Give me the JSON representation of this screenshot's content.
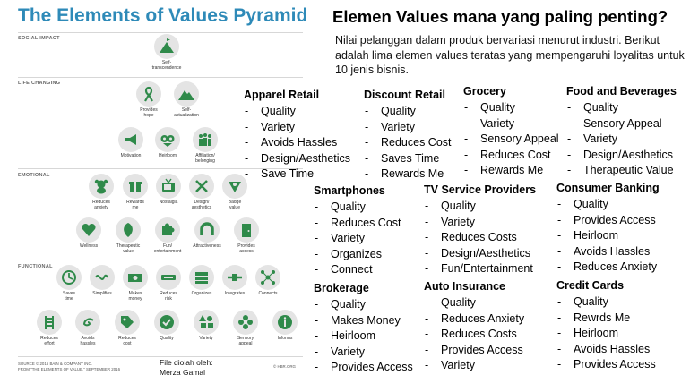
{
  "pyramid": {
    "title": "The Elements of Values Pyramid",
    "sections": {
      "social": "SOCIAL IMPACT",
      "life": "LIFE CHANGING",
      "emotional": "EMOTIONAL",
      "functional": "FUNCTIONAL"
    },
    "social_impact": [
      {
        "label": "Self-\ntranscendence",
        "icon": "mountain-flag-icon"
      }
    ],
    "life_changing": [
      {
        "label": "Provides\nhope",
        "icon": "ribbon-icon"
      },
      {
        "label": "Self-\nactualization",
        "icon": "mountain-icon"
      },
      {
        "label": "Motivation",
        "icon": "megaphone-icon"
      },
      {
        "label": "Heirloom",
        "icon": "owl-icon"
      },
      {
        "label": "Affiliation/\nbelonging",
        "icon": "people-group-icon"
      }
    ],
    "emotional": [
      {
        "label": "Reduces\nanxiety",
        "icon": "teddy-bear-icon"
      },
      {
        "label": "Rewards\nme",
        "icon": "gift-box-icon"
      },
      {
        "label": "Nostalgia",
        "icon": "tv-icon"
      },
      {
        "label": "Design/\naesthetics",
        "icon": "tools-icon"
      },
      {
        "label": "Badge\nvalue",
        "icon": "badge-icon"
      },
      {
        "label": "Wellness",
        "icon": "heart-icon"
      },
      {
        "label": "Therapeutic\nvalue",
        "icon": "leaf-icon"
      },
      {
        "label": "Fun/\nentertainment",
        "icon": "puzzle-icon"
      },
      {
        "label": "Attractiveness",
        "icon": "magnet-icon"
      },
      {
        "label": "Provides\naccess",
        "icon": "door-icon"
      }
    ],
    "functional": [
      {
        "label": "Saves\ntime",
        "icon": "clock-icon"
      },
      {
        "label": "Simplifies",
        "icon": "tangle-icon"
      },
      {
        "label": "Makes\nmoney",
        "icon": "money-icon"
      },
      {
        "label": "Reduces\nrisk",
        "icon": "scale-icon"
      },
      {
        "label": "Organizes",
        "icon": "folders-icon"
      },
      {
        "label": "Integrates",
        "icon": "connector-icon"
      },
      {
        "label": "Connects",
        "icon": "network-icon"
      },
      {
        "label": "Reduces\neffort",
        "icon": "ladder-icon"
      },
      {
        "label": "Avoids\nhassles",
        "icon": "spiral-icon"
      },
      {
        "label": "Reduces\ncost",
        "icon": "price-tag-icon"
      },
      {
        "label": "Quality",
        "icon": "checkmark-icon"
      },
      {
        "label": "Variety",
        "icon": "shapes-icon"
      },
      {
        "label": "Sensory\nappeal",
        "icon": "flower-icon"
      },
      {
        "label": "Informs",
        "icon": "info-icon"
      }
    ],
    "source": "SOURCE © 2016 BAIN & COMPANY INC.\nFROM \"THE ELEMENTS OF VALUE,\" SEPTEMBER 2016",
    "copyright": "© HBR.ORG",
    "credit": "File diolah oleh:\nMerza Gamal"
  },
  "header": {
    "title": "Elemen Values mana yang paling penting?",
    "intro": "Nilai pelanggan dalam produk bervariasi menurut industri. Berikut adalah lima elemen values teratas yang mempengaruhi loyalitas untuk 10 jenis bisnis."
  },
  "industries": [
    {
      "name": "Apparel Retail",
      "items": [
        "Quality",
        "Variety",
        "Avoids Hassles",
        "Design/Aesthetics",
        "Save Time"
      ]
    },
    {
      "name": "Discount Retail",
      "items": [
        "Quality",
        "Variety",
        "Reduces Cost",
        "Saves Time",
        "Rewards Me"
      ]
    },
    {
      "name": "Grocery",
      "items": [
        "Quality",
        "Variety",
        "Sensory Appeal",
        "Reduces Cost",
        "Rewards Me"
      ]
    },
    {
      "name": "Food and Beverages",
      "items": [
        "Quality",
        "Sensory Appeal",
        "Variety",
        "Design/Aesthetics",
        "Therapeutic Value"
      ]
    },
    {
      "name": "Smartphones",
      "items": [
        "Quality",
        "Reduces Cost",
        "Variety",
        "Organizes",
        "Connect"
      ]
    },
    {
      "name": "TV Service Providers",
      "items": [
        "Quality",
        "Variety",
        "Reduces Costs",
        "Design/Aesthetics",
        "Fun/Entertainment"
      ]
    },
    {
      "name": "Consumer Banking",
      "items": [
        "Quality",
        "Provides Access",
        "Heirloom",
        "Avoids Hassles",
        "Reduces Anxiety"
      ]
    },
    {
      "name": "Brokerage",
      "items": [
        "Quality",
        "Makes Money",
        "Heirloom",
        "Variety",
        "Provides Access"
      ]
    },
    {
      "name": "Auto Insurance",
      "items": [
        "Quality",
        "Reduces Anxiety",
        "Reduces Costs",
        "Provides Access",
        "Variety"
      ]
    },
    {
      "name": "Credit Cards",
      "items": [
        "Quality",
        "Rewrds Me",
        "Heirloom",
        "Avoids Hassles",
        "Provides Access"
      ]
    }
  ],
  "colors": {
    "title_blue": "#2e8ab8",
    "icon_green": "#2f8a4a",
    "icon_bg": "#e4e4e4"
  }
}
